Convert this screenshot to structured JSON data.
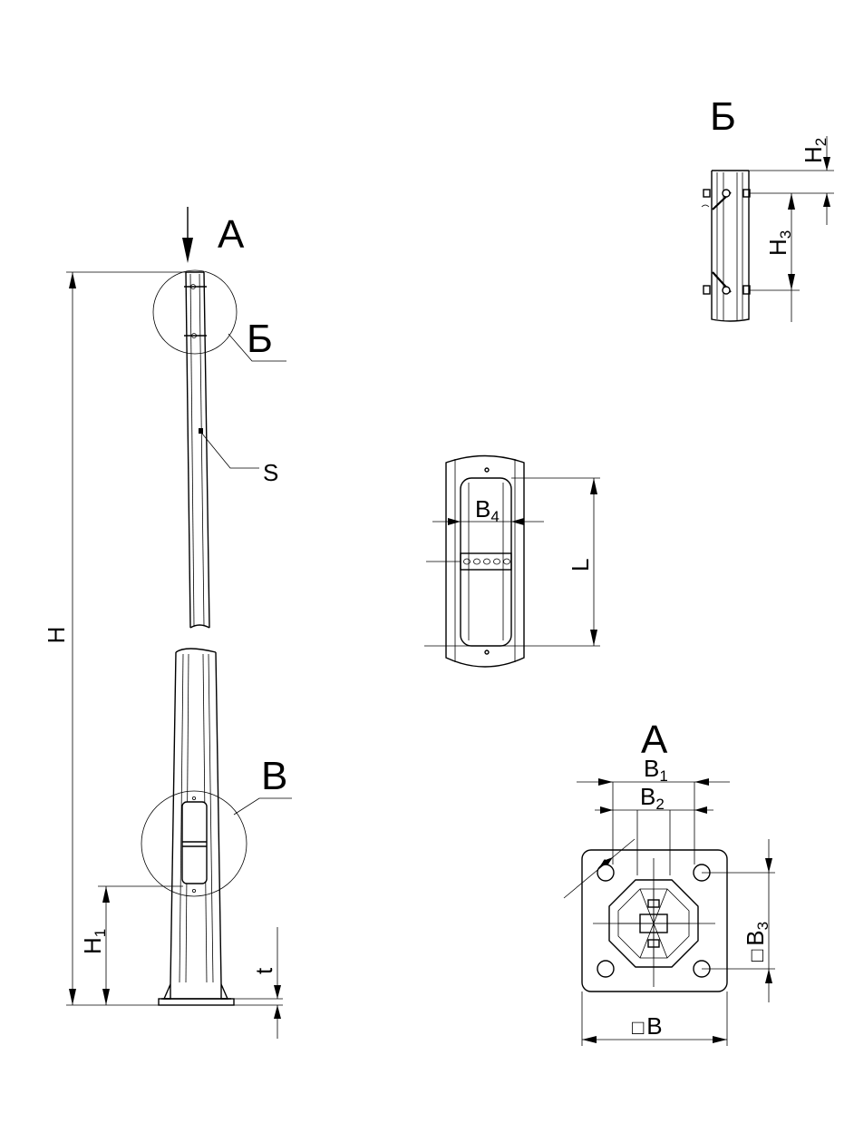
{
  "view_labels": {
    "A_top": "А",
    "B_ru": "Б",
    "V": "В",
    "B_detail": "Б",
    "A_detail": "А"
  },
  "dimensions": {
    "H": "H",
    "H1": "H",
    "H1_sub": "1",
    "t": "t",
    "S": "S",
    "H2": "H",
    "H2_sub": "2",
    "H3": "H",
    "H3_sub": "3",
    "B4": "B",
    "B4_sub": "4",
    "L": "L",
    "B1": "B",
    "B1_sub": "1",
    "B2": "B",
    "B2_sub": "2",
    "B3_prefix": "□",
    "B3": "B",
    "B3_sub": "3",
    "B_prefix": "□",
    "B": "B"
  },
  "colors": {
    "line": "#000000",
    "background": "#ffffff"
  }
}
